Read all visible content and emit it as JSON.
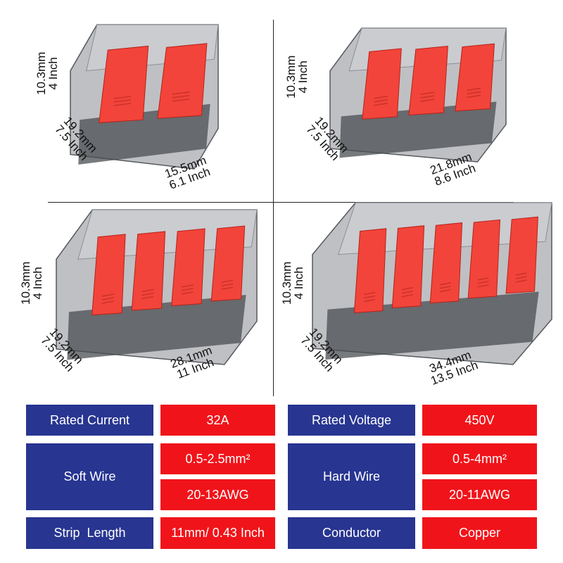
{
  "products": [
    {
      "name": "2-way connector",
      "height_mm": "10.3mm",
      "height_in": "4 Inch",
      "depth_mm": "19.2mm",
      "depth_in": "7.5 Inch",
      "width_mm": "15.5mm",
      "width_in": "6.1 Inch"
    },
    {
      "name": "3-way connector",
      "height_mm": "10.3mm",
      "height_in": "4 Inch",
      "depth_mm": "19.2mm",
      "depth_in": "7.5 Inch",
      "width_mm": "21.8mm",
      "width_in": "8.6 Inch"
    },
    {
      "name": "4-way connector",
      "height_mm": "10.3mm",
      "height_in": "4 Inch",
      "depth_mm": "19.2mm",
      "depth_in": "7.5 Inch",
      "width_mm": "28.1mm",
      "width_in": "11 Inch"
    },
    {
      "name": "5-way connector",
      "height_mm": "10.3mm",
      "height_in": "4 Inch",
      "depth_mm": "19.2mm",
      "depth_in": "7.5 Inch",
      "width_mm": "34.4mm",
      "width_in": "13.5 Inch"
    }
  ],
  "specs": {
    "rated_current_label": "Rated Current",
    "rated_current_value": "32A",
    "rated_voltage_label": "Rated Voltage",
    "rated_voltage_value": "450V",
    "soft_wire_label": "Soft Wire",
    "soft_wire_mm": "0.5-2.5mm²",
    "soft_wire_awg": "20-13AWG",
    "hard_wire_label": "Hard Wire",
    "hard_wire_mm": "0.5-4mm²",
    "hard_wire_awg": "20-11AWG",
    "strip_length_label": "Strip  Length",
    "strip_length_value": "11mm/ 0.43 Inch",
    "conductor_label": "Conductor",
    "conductor_value": "Copper"
  },
  "colors": {
    "spec_label_bg": "#283591",
    "spec_value_bg": "#f0141a",
    "lever": "#f2443a",
    "housing": "#8a8d92"
  },
  "lever_counts": [
    2,
    3,
    4,
    5
  ]
}
